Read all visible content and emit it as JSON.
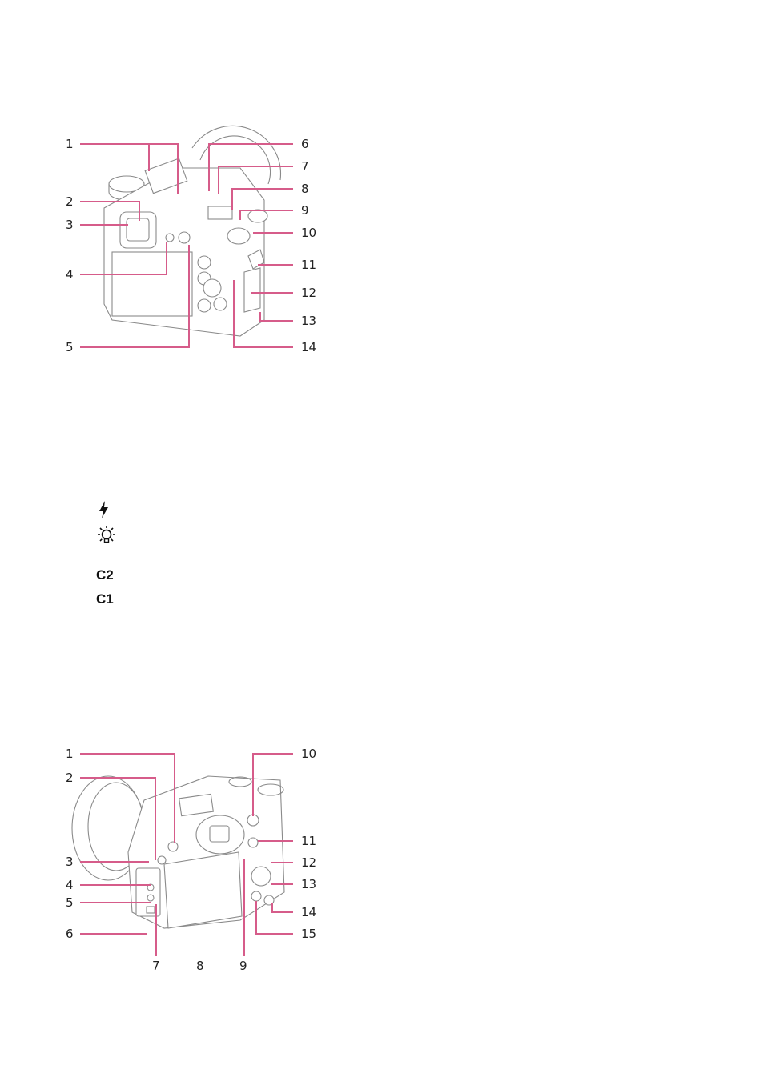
{
  "top_diagram": {
    "callouts": [
      "1",
      "2",
      "3",
      "4",
      "5",
      "6",
      "7",
      "8",
      "9",
      "10",
      "11",
      "12",
      "13",
      "14"
    ]
  },
  "mode_dial_icons": {
    "flash_icon": "flash-icon",
    "brightness_icon": "brightness-icon",
    "custom_2": "C2",
    "custom_1": "C1"
  },
  "bottom_diagram": {
    "callouts": [
      "1",
      "2",
      "3",
      "4",
      "5",
      "6",
      "7",
      "8",
      "9",
      "10",
      "11",
      "12",
      "13",
      "14",
      "15"
    ]
  },
  "colors": {
    "leader": "#d65c8a",
    "outline": "#8a8a8a",
    "text": "#222222"
  }
}
